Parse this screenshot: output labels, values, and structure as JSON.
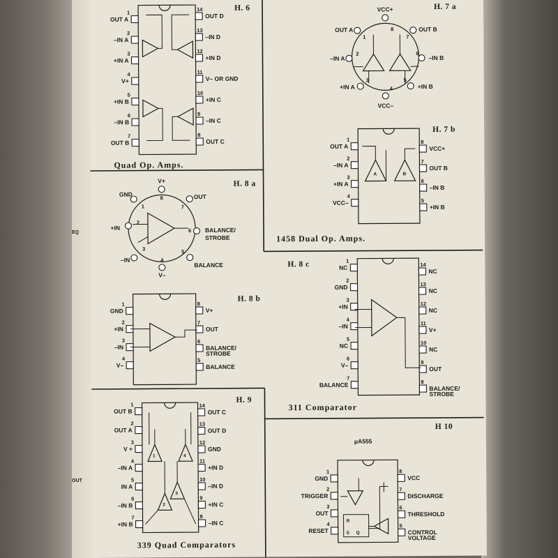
{
  "edge_text": {
    "left_top": "EQ",
    "left_bottom": "OUT"
  },
  "h6": {
    "id": "H. 6",
    "caption": "Quad  Op.  Amps.",
    "left": [
      {
        "num": "1",
        "label": "OUT A"
      },
      {
        "num": "2",
        "label": "–IN A"
      },
      {
        "num": "3",
        "label": "+IN A"
      },
      {
        "num": "4",
        "label": "V+"
      },
      {
        "num": "5",
        "label": "+IN B"
      },
      {
        "num": "6",
        "label": "–IN B"
      },
      {
        "num": "7",
        "label": "OUT B"
      }
    ],
    "right": [
      {
        "num": "14",
        "label": "OUT D"
      },
      {
        "num": "13",
        "label": "–IN D"
      },
      {
        "num": "12",
        "label": "+IN D"
      },
      {
        "num": "11",
        "label": "V– OR GND"
      },
      {
        "num": "10",
        "label": "+IN C"
      },
      {
        "num": "9",
        "label": "–IN C"
      },
      {
        "num": "8",
        "label": "OUT C"
      }
    ]
  },
  "h7a": {
    "id": "H. 7 a",
    "pins": [
      {
        "num": "8",
        "label": "VCC+"
      },
      {
        "num": "1",
        "label": "OUT A"
      },
      {
        "num": "7",
        "label": "OUT B"
      },
      {
        "num": "2",
        "label": "–IN A"
      },
      {
        "num": "6",
        "label": "–IN B"
      },
      {
        "num": "3",
        "label": "+IN A"
      },
      {
        "num": "5",
        "label": "+IN B"
      },
      {
        "num": "4",
        "label": "VCC–"
      }
    ]
  },
  "h7b": {
    "id": "H. 7 b",
    "caption": "1458 Dual  Op.  Amps.",
    "amp_a": "A",
    "amp_b": "B",
    "left": [
      {
        "num": "1",
        "label": "OUT A"
      },
      {
        "num": "2",
        "label": "–IN A"
      },
      {
        "num": "3",
        "label": "+IN A"
      },
      {
        "num": "4",
        "label": "VCC–"
      }
    ],
    "right": [
      {
        "num": "8",
        "label": "VCC+"
      },
      {
        "num": "7",
        "label": "OUT B"
      },
      {
        "num": "6",
        "label": "–IN B"
      },
      {
        "num": "5",
        "label": "+IN B"
      }
    ]
  },
  "h8a": {
    "id": "H. 8 a",
    "pins": [
      {
        "num": "8",
        "label": "V+"
      },
      {
        "num": "1",
        "label": "GND"
      },
      {
        "num": "7",
        "label": "OUT"
      },
      {
        "num": "2",
        "label": "+IN"
      },
      {
        "num": "6",
        "label": "BALANCE/"
      },
      {
        "num": "",
        "label": "STROBE"
      },
      {
        "num": "3",
        "label": "–IN"
      },
      {
        "num": "5",
        "label": "BALANCE"
      },
      {
        "num": "4",
        "label": "V–"
      }
    ]
  },
  "h8b": {
    "id": "H. 8 b",
    "left": [
      {
        "num": "1",
        "label": "GND"
      },
      {
        "num": "2",
        "label": "+IN"
      },
      {
        "num": "3",
        "label": "–IN"
      },
      {
        "num": "4",
        "label": "V–"
      }
    ],
    "right": [
      {
        "num": "8",
        "label": "V+"
      },
      {
        "num": "7",
        "label": "OUT"
      },
      {
        "num": "6",
        "label": "BALANCE/"
      },
      {
        "num": "",
        "label": "STROBE"
      },
      {
        "num": "5",
        "label": "BALANCE"
      }
    ]
  },
  "h8c": {
    "id": "H. 8 c",
    "caption": "311 Comparator",
    "left": [
      {
        "num": "1",
        "label": "NC"
      },
      {
        "num": "2",
        "label": "GND"
      },
      {
        "num": "3",
        "label": "+IN"
      },
      {
        "num": "4",
        "label": "–IN"
      },
      {
        "num": "5",
        "label": "NC"
      },
      {
        "num": "6",
        "label": "V–"
      },
      {
        "num": "7",
        "label": "BALANCE"
      }
    ],
    "right": [
      {
        "num": "14",
        "label": "NC"
      },
      {
        "num": "13",
        "label": "NC"
      },
      {
        "num": "12",
        "label": "NC"
      },
      {
        "num": "11",
        "label": "V+"
      },
      {
        "num": "10",
        "label": "NC"
      },
      {
        "num": "9",
        "label": "OUT"
      },
      {
        "num": "8",
        "label": "BALANCE/"
      },
      {
        "num": "",
        "label": "STROBE"
      }
    ]
  },
  "h9": {
    "id": "H. 9",
    "caption": "339  Quad  Comparators",
    "left": [
      {
        "num": "1",
        "label": "OUT B"
      },
      {
        "num": "2",
        "label": "OUT A"
      },
      {
        "num": "3",
        "label": "V +"
      },
      {
        "num": "4",
        "label": "–IN A"
      },
      {
        "num": "5",
        "label": "IN A"
      },
      {
        "num": "6",
        "label": "–IN B"
      },
      {
        "num": "7",
        "label": "+IN B"
      }
    ],
    "right": [
      {
        "num": "14",
        "label": "OUT C"
      },
      {
        "num": "13",
        "label": "OUT D"
      },
      {
        "num": "12",
        "label": "GND"
      },
      {
        "num": "11",
        "label": "+IN D"
      },
      {
        "num": "10",
        "label": "–IN D"
      },
      {
        "num": "9",
        "label": "+IN C"
      },
      {
        "num": "8",
        "label": "–IN C"
      }
    ],
    "amps": [
      "1",
      "4",
      "2",
      "3"
    ]
  },
  "h10": {
    "id": "H  10",
    "part": "μA555",
    "left": [
      {
        "num": "1",
        "label": "GND"
      },
      {
        "num": "2",
        "label": "TRIGGER"
      },
      {
        "num": "3",
        "label": "OUT"
      },
      {
        "num": "4",
        "label": "RESET"
      }
    ],
    "right": [
      {
        "num": "8",
        "label": "VCC"
      },
      {
        "num": "7",
        "label": "DISCHARGE"
      },
      {
        "num": "6",
        "label": "THRESHOLD"
      },
      {
        "num": "5",
        "label": "CONTROL"
      },
      {
        "num": "",
        "label": "VOLTAGE"
      }
    ],
    "ff": [
      "R",
      "S",
      "Q"
    ]
  }
}
